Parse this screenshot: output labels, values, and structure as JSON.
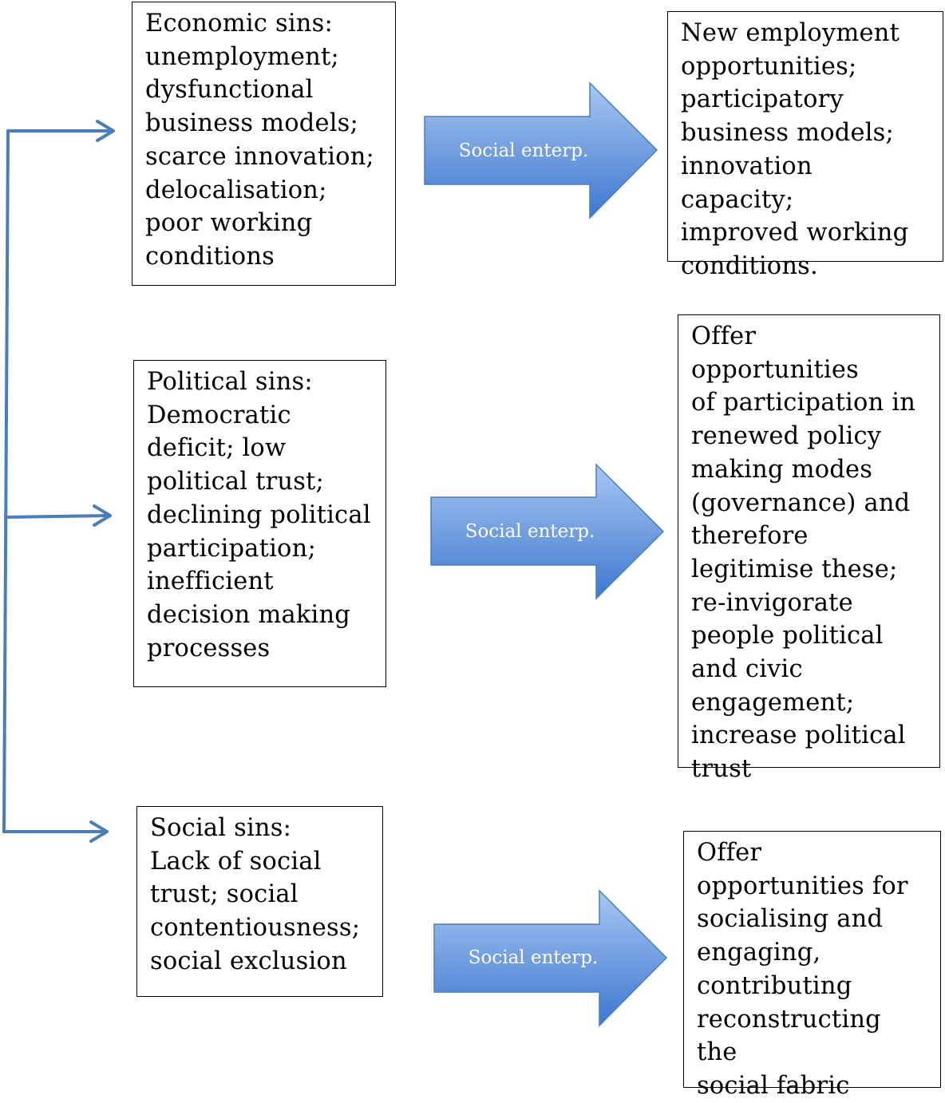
{
  "problems": {
    "economic": "Economic sins:\nunemployment;\ndysfunctional\nbusiness models;\nscarce innovation;\ndelocalisation;\npoor working\nconditions",
    "political": "Political sins:\nDemocratic\ndeficit; low\npolitical trust;\ndeclining political\nparticipation;\ninefficient\ndecision making\nprocesses",
    "social": "Social sins:\nLack of social\ntrust; social\ncontentiousness;\nsocial exclusion"
  },
  "arrows": {
    "economic_label": "Social enterp.",
    "political_label": "Social enterp.",
    "social_label": "Social enterp."
  },
  "outcomes": {
    "economic": "New employment\nopportunities;\nparticipatory\nbusiness models;\ninnovation capacity;\nimproved working\nconditions.",
    "political": "Offer opportunities\nof participation in\nrenewed policy\nmaking modes\n(governance) and\ntherefore\nlegitimise these;\nre-invigorate\npeople political\nand civic\nengagement;\nincrease political\ntrust",
    "social": "Offer\nopportunities for\nsocialising and\nengaging,\ncontributing\nreconstructing the\nsocial fabric"
  },
  "colors": {
    "connector": "#4a7ebb",
    "arrow_light": "#a8c6f2",
    "arrow_dark": "#3d78cf",
    "arrow_border": "#4a7ebb"
  }
}
